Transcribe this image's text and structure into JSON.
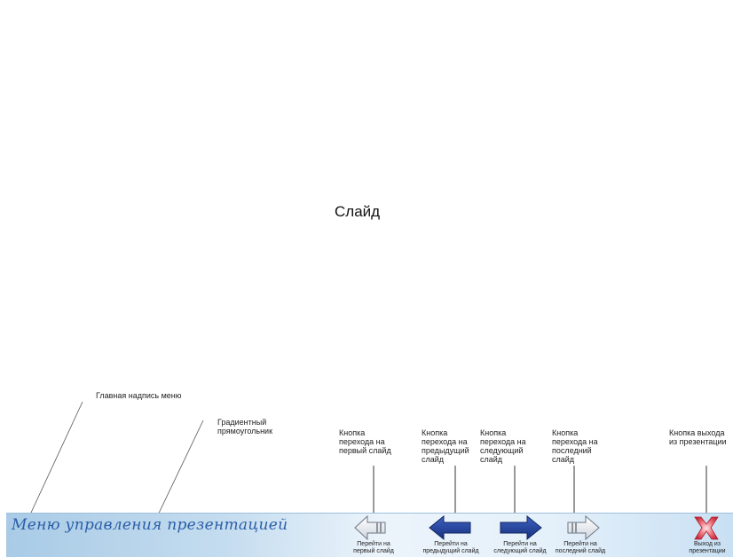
{
  "slide": {
    "label": "Слайд"
  },
  "callouts": {
    "main_title": "Главная надпись меню",
    "gradient_rect": "Градиентный\nпрямоугольник",
    "first_btn": "Кнопка\nперехода на\nпервый слайд",
    "prev_btn": "Кнопка\nперехода на\nпредыдущий\nслайд",
    "next_btn": "Кнопка\nперехода на\nследующий\nслайд",
    "last_btn": "Кнопка\nперехода на\nпоследний\nслайд",
    "exit_btn": "Кнопка выхода\nиз презентации"
  },
  "menu": {
    "title": "Меню управления презентацией",
    "buttons": [
      {
        "icon": "first-slide-arrow-icon",
        "caption": "Перейти на\nпервый слайд"
      },
      {
        "icon": "prev-slide-arrow-icon",
        "caption": "Перейти на\nпредыдущий слайд"
      },
      {
        "icon": "next-slide-arrow-icon",
        "caption": "Перейти на\nследующий слайд"
      },
      {
        "icon": "last-slide-arrow-icon",
        "caption": "Перейти на\nпоследний слайд"
      },
      {
        "icon": "exit-cross-icon",
        "caption": "Выход из\nпрезентации"
      }
    ]
  },
  "colors": {
    "menu_gradient_dark": "#a9cbe6",
    "menu_gradient_light": "#ecf4fb",
    "title_blue": "#2a5ea8",
    "arrow_dark_blue": "#1f3f9a",
    "exit_red": "#e0404a"
  }
}
